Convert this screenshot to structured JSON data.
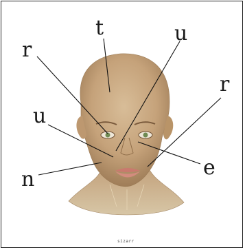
{
  "diagram": {
    "labels": [
      {
        "id": "top",
        "text": "t"
      },
      {
        "id": "upper-left",
        "text": "r"
      },
      {
        "id": "upper-right",
        "text": "u"
      },
      {
        "id": "right",
        "text": "r"
      },
      {
        "id": "left-mid",
        "text": "u"
      },
      {
        "id": "left-low",
        "text": "n"
      },
      {
        "id": "right-low",
        "text": "e"
      }
    ],
    "credit": "sizarr"
  }
}
